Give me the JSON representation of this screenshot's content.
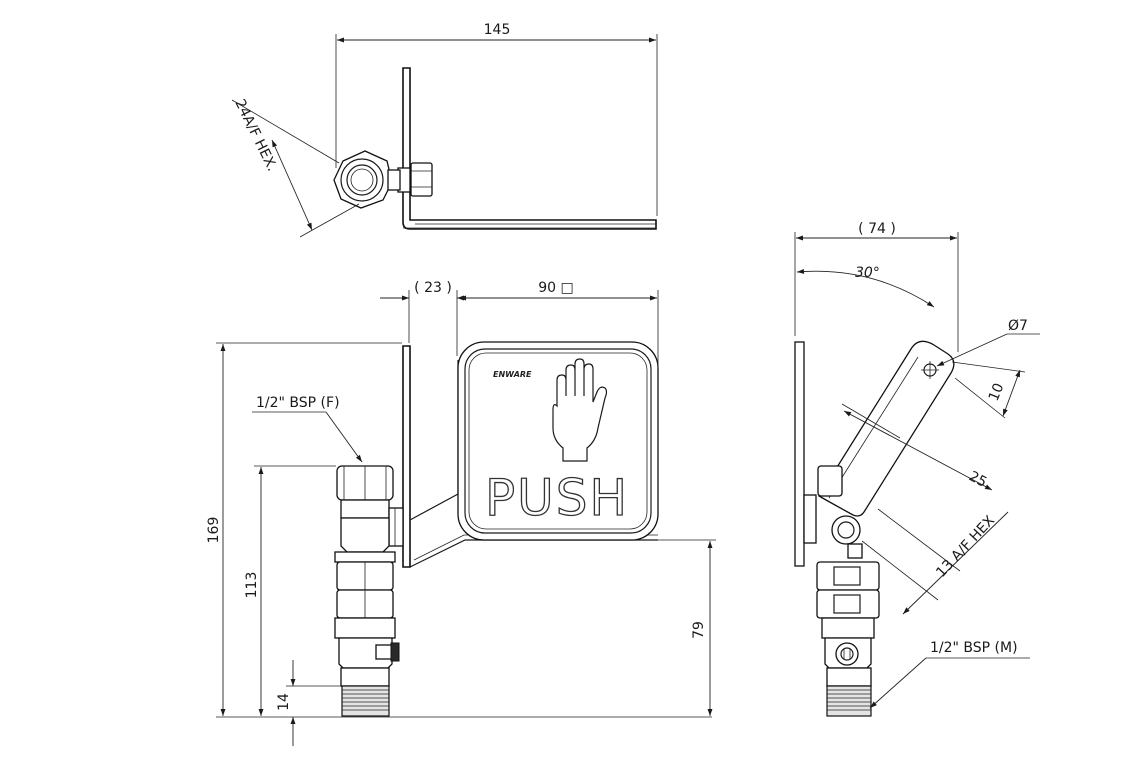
{
  "top_view": {
    "width_dim": "145",
    "hex_note": "24A/F HEX."
  },
  "front_view": {
    "offset_dim": "( 23 )",
    "plate_dim": "90 □",
    "height_dim": "169",
    "inlet_height_dim": "113",
    "plate_bottom_dim": "79",
    "thread_dim": "14",
    "inlet_note": "1/2\" BSP (F)",
    "plate_brand": "ENWARE",
    "plate_text": "PUSH"
  },
  "side_view": {
    "depth_dim": "( 74 )",
    "angle_dim": "30°",
    "hole_dim": "Ø7",
    "hole_offset_dim": "10",
    "plate_offset_dim": "25",
    "hex_note": "13 A/F HEX",
    "outlet_note": "1/2\" BSP (M)"
  },
  "colors": {
    "line": "#1a1a1a",
    "background": "#ffffff",
    "shade": "#e4e4e4"
  }
}
